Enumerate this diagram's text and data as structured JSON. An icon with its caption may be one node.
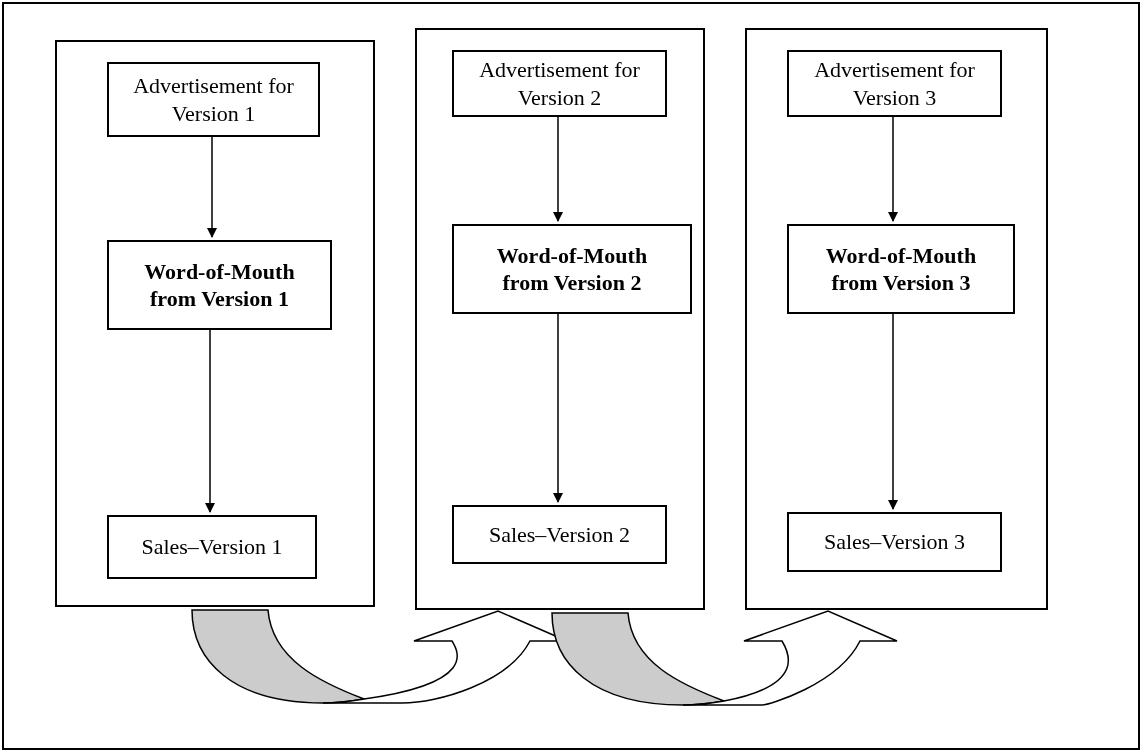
{
  "diagram": {
    "nodes": [
      {
        "text": [],
        "shape": "box"
      },
      {
        "text": [
          "Advertisement for Version 1"
        ],
        "in": 0
      },
      {
        "text": [
          "Word-of-Mouth from Version 1"
        ],
        "in": 0
      },
      {
        "text": [
          "Sales–Version 1"
        ],
        "in": 0
      },
      {
        "text": [],
        "shape": "box"
      },
      {
        "text": [
          "Advertisement for Version 2"
        ],
        "in": 4
      },
      {
        "text": [
          "Word-of-Mouth from Version 2"
        ],
        "in": 4
      },
      {
        "text": [
          "Sales–Version 2"
        ],
        "in": 4
      },
      {
        "text": [],
        "shape": "box"
      },
      {
        "text": [
          "Advertisement for Version 3"
        ],
        "in": 8
      },
      {
        "text": [
          "Word-of-Mouth from Version 3"
        ],
        "in": 8
      },
      {
        "text": [
          "Sales–Version 3"
        ],
        "in": 8
      }
    ],
    "edges": [
      {
        "from": 1,
        "to": 2,
        "arrow": "to"
      },
      {
        "from": 2,
        "to": 3,
        "arrow": "to"
      },
      {
        "from": 5,
        "to": 6,
        "arrow": "to"
      },
      {
        "from": 6,
        "to": 7,
        "arrow": "to"
      },
      {
        "from": 9,
        "to": 10,
        "arrow": "to"
      },
      {
        "from": 10,
        "to": 11,
        "arrow": "to"
      },
      {
        "from": 0,
        "to": 4,
        "arrow": "to",
        "style": "thick"
      },
      {
        "from": 4,
        "to": 8,
        "arrow": "to",
        "style": "thick"
      }
    ]
  }
}
